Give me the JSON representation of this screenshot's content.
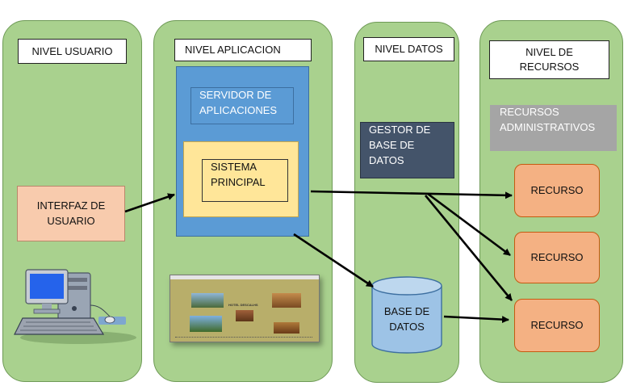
{
  "columns": {
    "usuario": {
      "label": "NIVEL USUARIO"
    },
    "aplicacion": {
      "label": "NIVEL APLICACION"
    },
    "datos": {
      "label": "NIVEL DATOS"
    },
    "recursos": {
      "label_line1": "NIVEL DE",
      "label_line2": "RECURSOS"
    }
  },
  "nodes": {
    "interfaz": {
      "line1": "INTERFAZ DE",
      "line2": "USUARIO"
    },
    "servidor": {
      "line1": "SERVIDOR DE",
      "line2": "APLICACIONES"
    },
    "sistema": {
      "line1": "SISTEMA",
      "line2": "PRINCIPAL"
    },
    "gestor": {
      "line1": "GESTOR DE",
      "line2": "BASE DE",
      "line3": "DATOS"
    },
    "base_datos": {
      "line1": "BASE DE",
      "line2": "DATOS"
    },
    "recursos_admin": {
      "line1": "RECURSOS",
      "line2": "ADMINISTRATIVOS"
    },
    "recursos": [
      "RECURSO",
      "RECURSO",
      "RECURSO"
    ]
  },
  "screenshot": {
    "title": "HOTEL DESCALHS"
  },
  "colors": {
    "column": "#a9d18e",
    "interfaz": "#f8cbad",
    "servidor": "#5b9bd5",
    "sistema": "#ffe699",
    "gestor": "#44546a",
    "recursos_admin": "#a5a5a5",
    "recurso": "#f4b183",
    "base_datos": "#9dc3e6"
  }
}
